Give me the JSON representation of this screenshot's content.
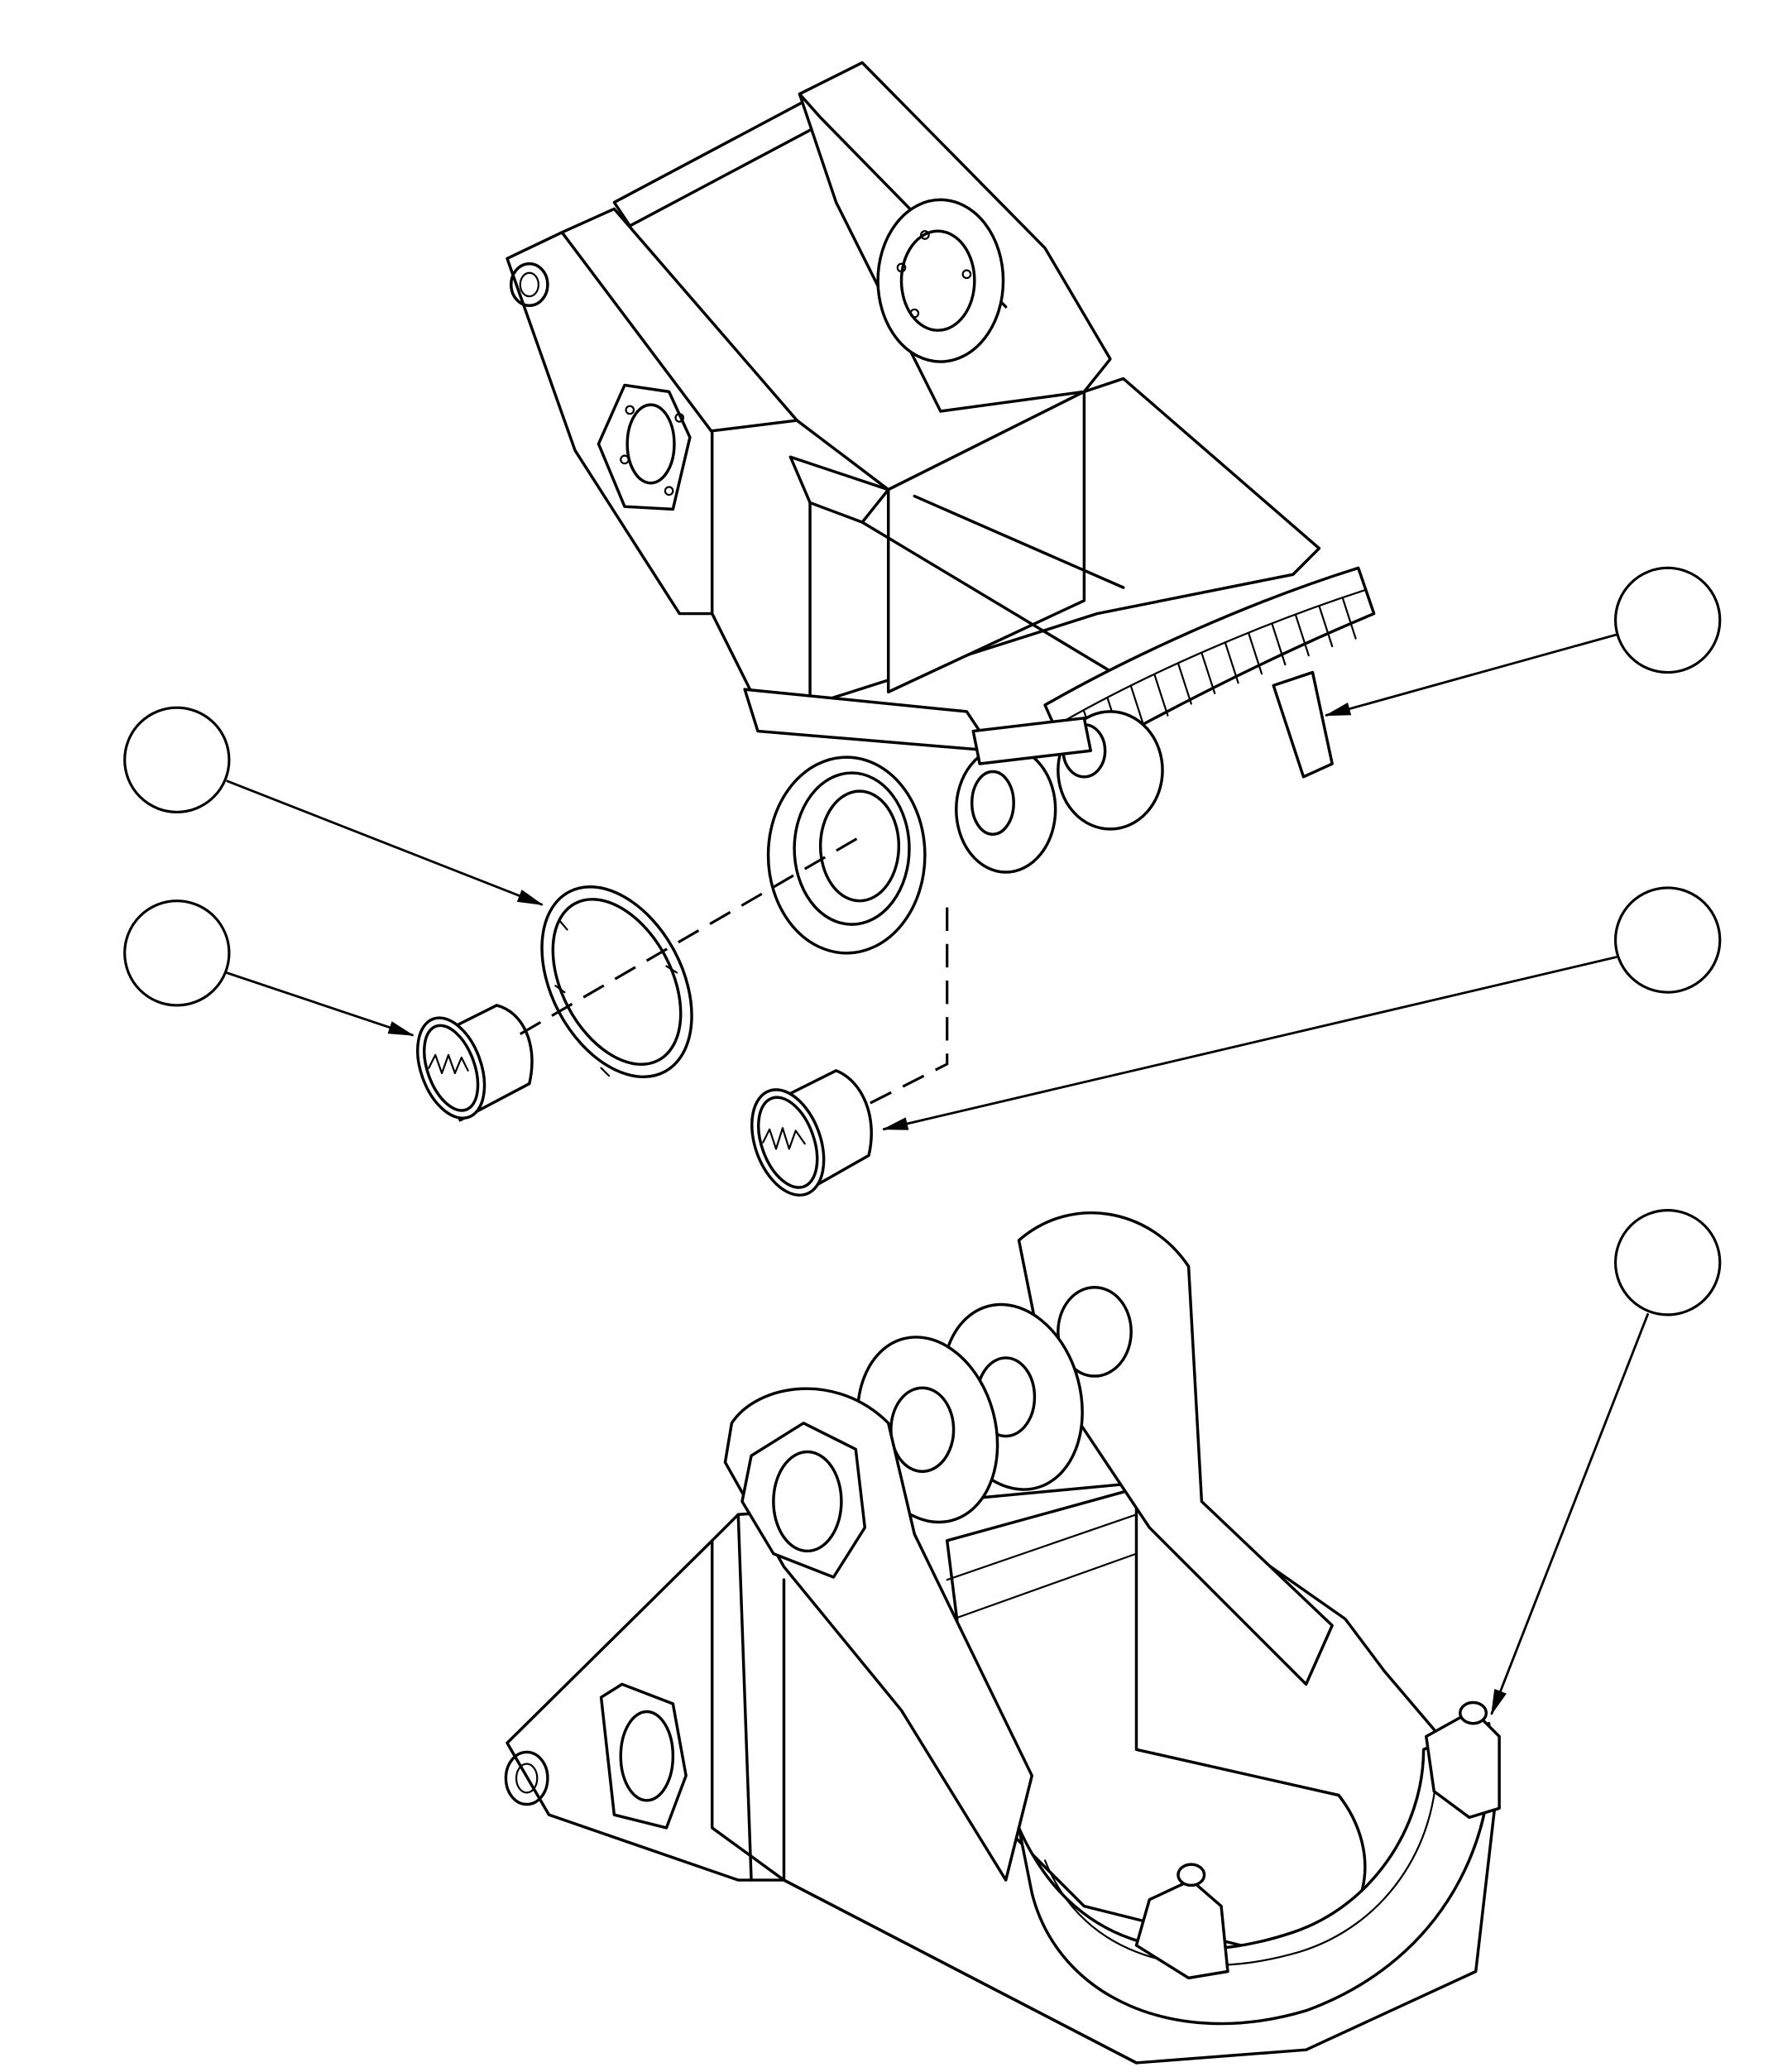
{
  "drawing": {
    "balloons": [
      {
        "id": "balloon-1",
        "label": ""
      },
      {
        "id": "balloon-2",
        "label": ""
      },
      {
        "id": "balloon-3",
        "label": ""
      },
      {
        "id": "balloon-4",
        "label": ""
      },
      {
        "id": "balloon-5",
        "label": ""
      }
    ],
    "parts": [
      "upper-bracket",
      "thrust-washer",
      "bushing-left",
      "bushing-right",
      "lower-base-bracket"
    ]
  }
}
